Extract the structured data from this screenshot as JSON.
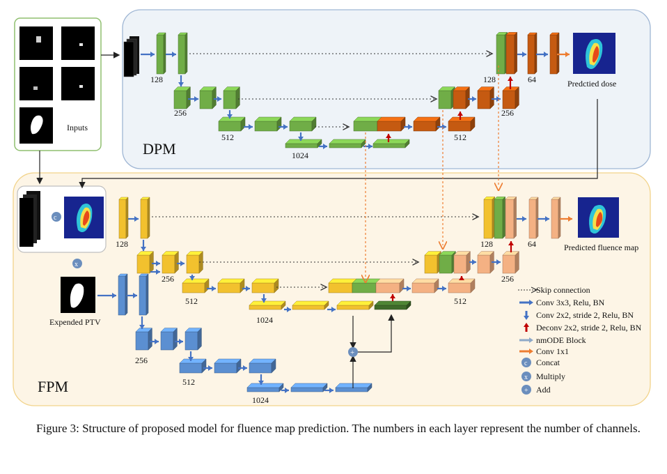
{
  "inputs": {
    "label": "Inputs"
  },
  "dpm": {
    "title": "DPM",
    "channels": [
      "128",
      "256",
      "512",
      "1024",
      "512",
      "256",
      "64"
    ],
    "output_label": "Predctied dose"
  },
  "fpm": {
    "title": "FPM",
    "channels": [
      "128",
      "256",
      "512",
      "1024",
      "512",
      "256",
      "64"
    ],
    "encoder2_channels": [
      "256",
      "512",
      "1024"
    ],
    "ptv_label": "Expended PTV",
    "output_label": "Predicted fluence map"
  },
  "legend": [
    {
      "label": "Skip connection",
      "icon": "dotted-arrow",
      "color": "#333333"
    },
    {
      "label": "Conv 3x3, Relu, BN",
      "icon": "right-arrow",
      "color": "#4472c4"
    },
    {
      "label": "Conv 2x2, stride 2, Relu, BN",
      "icon": "down-arrow",
      "color": "#4472c4"
    },
    {
      "label": "Deconv 2x2, stride 2, Relu, BN",
      "icon": "up-arrow",
      "color": "#c00000"
    },
    {
      "label": "nmODE Block",
      "icon": "right-arrow",
      "color": "#8ea9c8"
    },
    {
      "label": "Conv 1x1",
      "icon": "right-arrow",
      "color": "#ed7d31"
    },
    {
      "label": "Concat",
      "icon": "c-circle",
      "color": "#6b8ebd"
    },
    {
      "label": "Multiply",
      "icon": "x-circle",
      "color": "#6b8ebd"
    },
    {
      "label": "Add",
      "icon": "plus-circle",
      "color": "#6b8ebd"
    }
  ],
  "colors": {
    "green": "#70ad47",
    "brown": "#c55a11",
    "yellow": "#f2c12e",
    "salmon": "#f4b183",
    "blue": "#5b8fd1",
    "dark_green": "#3f6b2a",
    "dpm_bg": "#eef3f8",
    "fpm_bg": "#fdf5e6"
  },
  "caption": "Figure 3: Structure of proposed model for fluence map prediction. The numbers in each layer represent the number of channels."
}
